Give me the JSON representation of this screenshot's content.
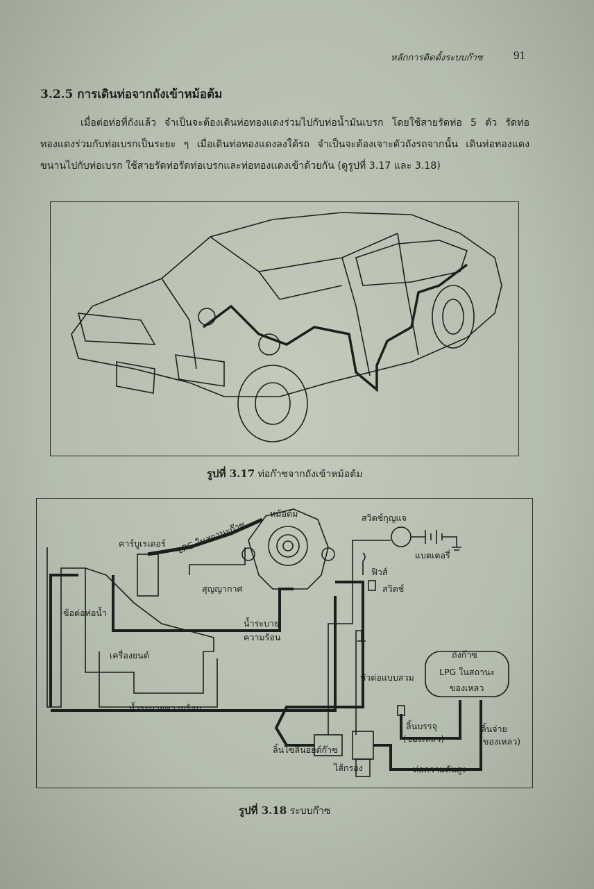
{
  "header": {
    "running_title": "หลักการติดตั้งระบบก๊าซ",
    "page_number": "91"
  },
  "section": {
    "heading": "3.2.5 การเดินท่อจากถังเข้าหม้อต้ม",
    "paragraph": "เมื่อต่อท่อที่ถังแล้ว จำเป็นจะต้องเดินท่อทองแดงร่วมไปกับท่อน้ำมันเบรก โดยใช้สายรัดท่อ 5 ตัว รัดท่อทองแดงร่วมกับท่อเบรกเป็นระยะ ๆ เมื่อเดินท่อทองแดงลงใต้รถ จำเป็นจะต้องเจาะตัวถังรถจากนั้น เดินท่อทองแดงขนานไปกับท่อเบรก ใช้สายรัดท่อรัดท่อเบรกและท่อทองแดงเข้าด้วยกัน (ดูรูปที่ 3.17 และ 3.18)"
  },
  "figure1": {
    "label": "รูปที่ 3.17",
    "caption": "ท่อก๊าซจากถังเข้าหม้อต้ม"
  },
  "figure2": {
    "label": "รูปที่ 3.18",
    "caption": "ระบบก๊าซ",
    "labels": {
      "vaporizer": "หม้อต้ม",
      "key_switch": "สวิตช์กุญแจ",
      "carburetor": "คาร์บูเรเตอร์",
      "lpg_gas": "LPG ในสถานะก๊าซ",
      "battery": "แบตเตอรี่",
      "fuse": "ฟิวส์",
      "switch": "สวิตช์",
      "vacuum": "สุญญากาศ",
      "water_joint": "ข้อต่อท่อน้ำ",
      "coolant_1": "น้ำระบาย",
      "coolant_2": "ความร้อน",
      "engine": "เครื่องยนต์",
      "gas_tank": "ถังก๊าซ",
      "quick_coupler": "หัวต่อแบบสวม",
      "lpg_liquid_1": "LPG ในสถานะ",
      "lpg_liquid_2": "ของเหลว",
      "coolant_full": "น้ำระบายความร้อน",
      "fill_valve": "ลิ้นบรรจุ",
      "fill_valve_sub": "(ของเหลว)",
      "outlet_valve": "ลิ้นจ่าย",
      "outlet_valve_sub": "(ของเหลว)",
      "solenoid_valve": "ลิ้นโซลีนอยด์ก๊าซ",
      "filter": "ไส้กรอง",
      "high_pressure_line": "ท่อความดันสูง"
    }
  }
}
